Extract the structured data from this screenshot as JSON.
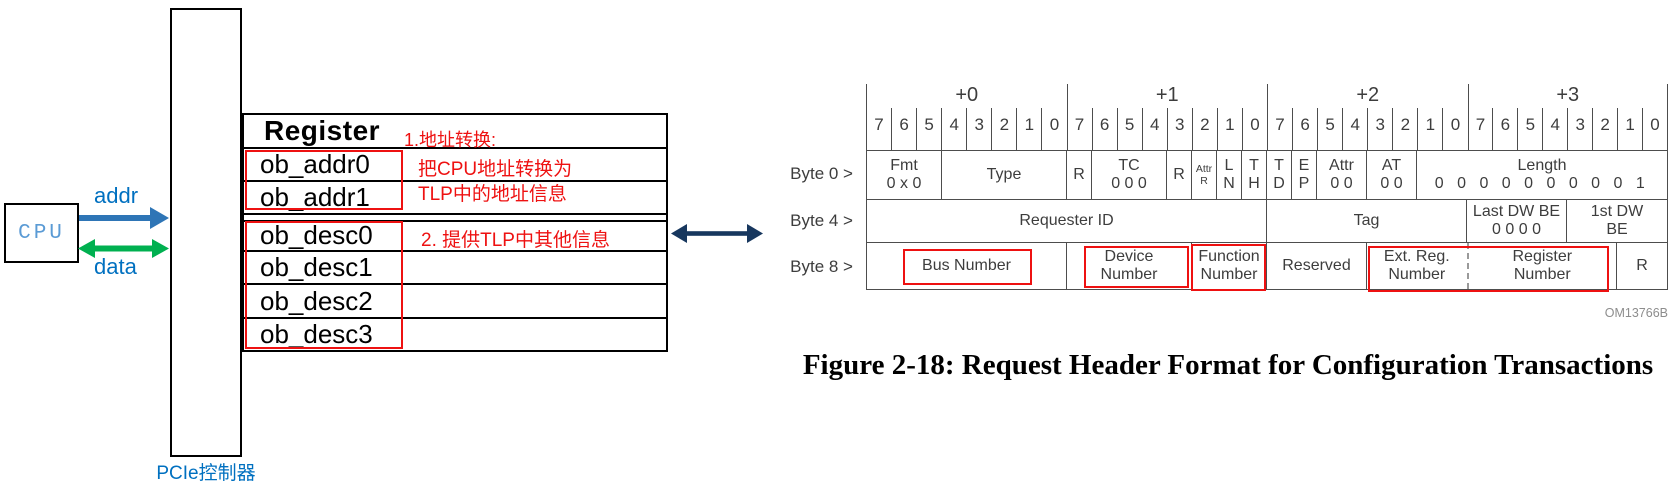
{
  "left": {
    "cpu_label": "CPU",
    "pcie_label": "PCIe控制器",
    "addr_label": "addr",
    "data_label": "data"
  },
  "register_table": {
    "rows": [
      {
        "name": "header",
        "label": "Register"
      },
      {
        "name": "ob_addr0",
        "label": "ob_addr0"
      },
      {
        "name": "ob_addr1",
        "label": "ob_addr1"
      },
      {
        "name": "gap",
        "label": ""
      },
      {
        "name": "ob_desc0",
        "label": "ob_desc0"
      },
      {
        "name": "ob_desc1",
        "label": "ob_desc1"
      },
      {
        "name": "ob_desc2",
        "label": "ob_desc2"
      },
      {
        "name": "ob_desc3",
        "label": "ob_desc3"
      }
    ],
    "annotations": {
      "step1_title": "1.地址转换:",
      "step1_line1": "把CPU地址转换为",
      "step1_line2": "TLP中的地址信息",
      "step2": "2. 提供TLP中其他信息"
    }
  },
  "tlp": {
    "byte_labels": [
      "+0",
      "+1",
      "+2",
      "+3"
    ],
    "bit_numbers": [
      "7",
      "6",
      "5",
      "4",
      "3",
      "2",
      "1",
      "0"
    ],
    "row_labels": [
      "Byte 0 >",
      "Byte 4 >",
      "Byte 8 >"
    ],
    "rows": [
      {
        "name": "byte0",
        "cells": [
          {
            "bits": 3,
            "lines": [
              "Fmt",
              "0 x 0"
            ]
          },
          {
            "bits": 5,
            "lines": [
              "Type"
            ]
          },
          {
            "bits": 1,
            "lines": [
              "R"
            ]
          },
          {
            "bits": 3,
            "lines": [
              "TC",
              "0 0 0"
            ]
          },
          {
            "bits": 1,
            "lines": [
              "R"
            ]
          },
          {
            "bits": 1,
            "lines": [
              "Attr",
              "R"
            ]
          },
          {
            "bits": 1,
            "lines": [
              "L",
              "N"
            ]
          },
          {
            "bits": 1,
            "lines": [
              "T",
              "H"
            ]
          },
          {
            "bits": 1,
            "lines": [
              "T",
              "D"
            ]
          },
          {
            "bits": 1,
            "lines": [
              "E",
              "P"
            ]
          },
          {
            "bits": 2,
            "lines": [
              "Attr",
              "0 0"
            ]
          },
          {
            "bits": 2,
            "lines": [
              "AT",
              "0 0"
            ]
          },
          {
            "bits": 10,
            "lines": [
              "Length",
              "0 0 0 0 0 0 0 0 0 1"
            ]
          }
        ]
      },
      {
        "name": "byte4",
        "cells": [
          {
            "bits": 16,
            "lines": [
              "Requester ID"
            ]
          },
          {
            "bits": 8,
            "lines": [
              "Tag"
            ]
          },
          {
            "bits": 4,
            "lines": [
              "Last DW BE",
              "0 0 0 0"
            ]
          },
          {
            "bits": 4,
            "lines": [
              "1st DW",
              "BE"
            ]
          }
        ]
      },
      {
        "name": "byte8",
        "cells": [
          {
            "bits": 8,
            "lines": [
              "Bus Number"
            ]
          },
          {
            "bits": 5,
            "lines": [
              "Device",
              "Number"
            ]
          },
          {
            "bits": 3,
            "lines": [
              "Function",
              "Number"
            ]
          },
          {
            "bits": 4,
            "lines": [
              "Reserved"
            ]
          },
          {
            "bits": 10,
            "sub": [
              {
                "bits": 4,
                "lines": [
                  "Ext. Reg.",
                  "Number"
                ]
              },
              {
                "bits": 6,
                "lines": [
                  "Register",
                  "Number"
                ]
              }
            ]
          },
          {
            "bits": 2,
            "lines": [
              "R"
            ]
          }
        ]
      }
    ],
    "om_label": "OM13766B",
    "caption": "Figure 2-18:  Request Header Format for Configuration Transactions"
  },
  "colors": {
    "label_blue": "#0070C0",
    "cpu_text_blue": "#5B9BD5",
    "addr_arrow_blue": "#2E75B6",
    "data_arrow_green": "#00B050",
    "link_arrow_navy": "#17375E",
    "annotation_red": "#EE1111",
    "tlp_line_gray": "#4d4d4d",
    "om_text_gray": "#8d8d8d"
  }
}
